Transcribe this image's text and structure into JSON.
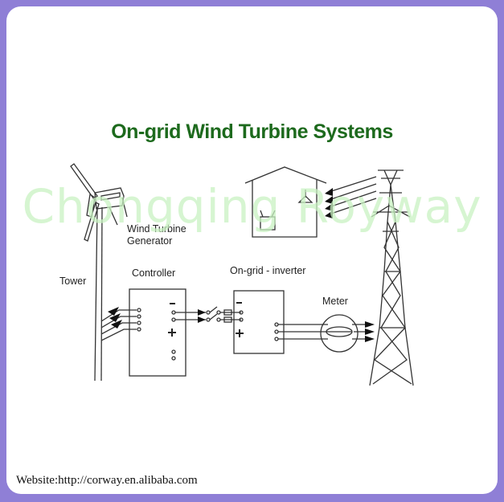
{
  "diagram": {
    "title": "On-grid Wind Turbine Systems",
    "labels": {
      "wind_turbine_generator_line1": "Wind Turbine",
      "wind_turbine_generator_line2": "Generator",
      "tower": "Tower",
      "controller": "Controller",
      "inverter": "On-grid - inverter",
      "meter": "Meter"
    },
    "symbols": {
      "minus": "−",
      "plus": "+"
    }
  },
  "watermark": "Chongqing Royway",
  "footer": {
    "website": "Website:http://corway.en.alibaba.com"
  },
  "colors": {
    "border": "#8f7fd6",
    "title": "#1d6a1d",
    "watermark": "#c9f2c2"
  }
}
